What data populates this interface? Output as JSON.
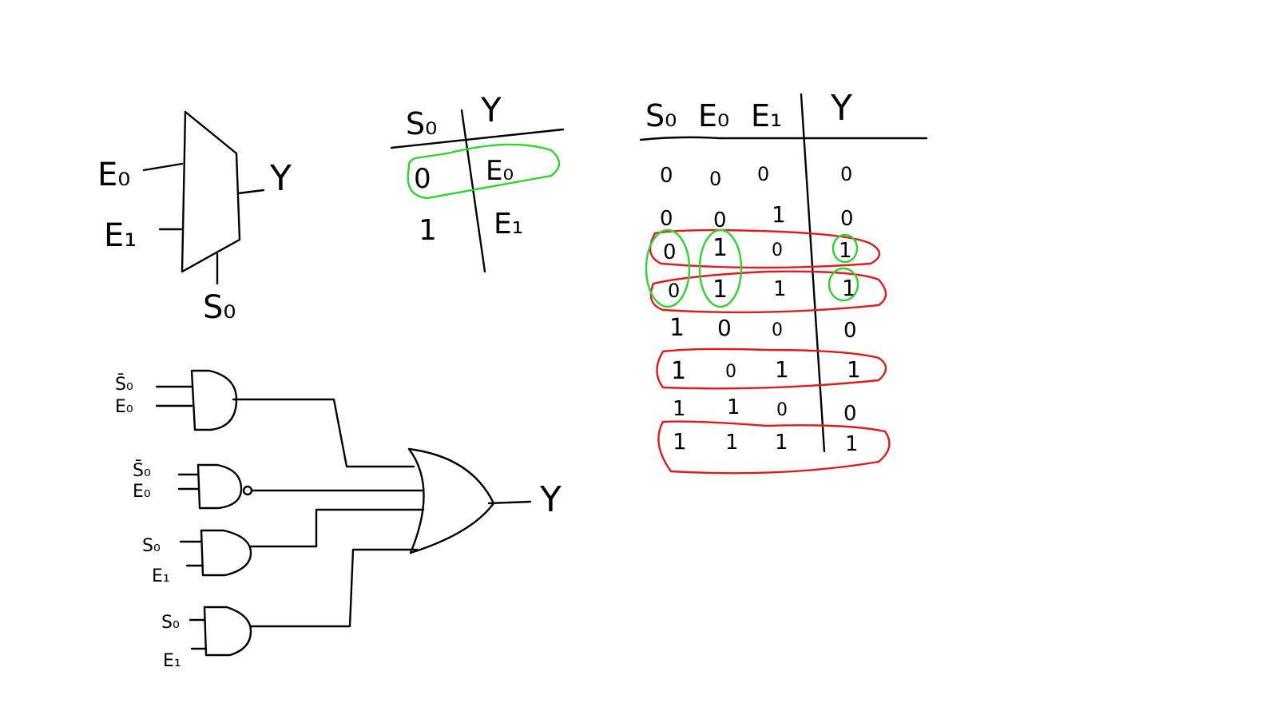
{
  "mux": {
    "inputs": [
      "E₀",
      "E₁"
    ],
    "output": "Y",
    "select": "S₀"
  },
  "small_table": {
    "headers": [
      "S₀",
      "Y"
    ],
    "rows": [
      [
        "0",
        "E₀"
      ],
      [
        "1",
        "E₁"
      ]
    ]
  },
  "big_table": {
    "headers": [
      "S₀",
      "E₀",
      "E₁",
      "Y"
    ],
    "rows": [
      [
        "0",
        "0",
        "0",
        "0"
      ],
      [
        "0",
        "0",
        "1",
        "0"
      ],
      [
        "0",
        "1",
        "0",
        "1"
      ],
      [
        "0",
        "1",
        "1",
        "1"
      ],
      [
        "1",
        "0",
        "0",
        "0"
      ],
      [
        "1",
        "0",
        "1",
        "1"
      ],
      [
        "1",
        "1",
        "0",
        "0"
      ],
      [
        "1",
        "1",
        "1",
        "1"
      ]
    ]
  },
  "circuit": {
    "gates": [
      {
        "in1": "S̄₀",
        "in2": "E₀"
      },
      {
        "in1": "S̄₀",
        "in2": "E₀"
      },
      {
        "in1": "S₀",
        "in2": "E₁"
      },
      {
        "in1": "S₀",
        "in2": "E₁"
      }
    ],
    "output": "Y"
  },
  "colors": {
    "ink": "#000000",
    "highlight_green": "#2fd42f",
    "highlight_red": "#e01b1b"
  }
}
